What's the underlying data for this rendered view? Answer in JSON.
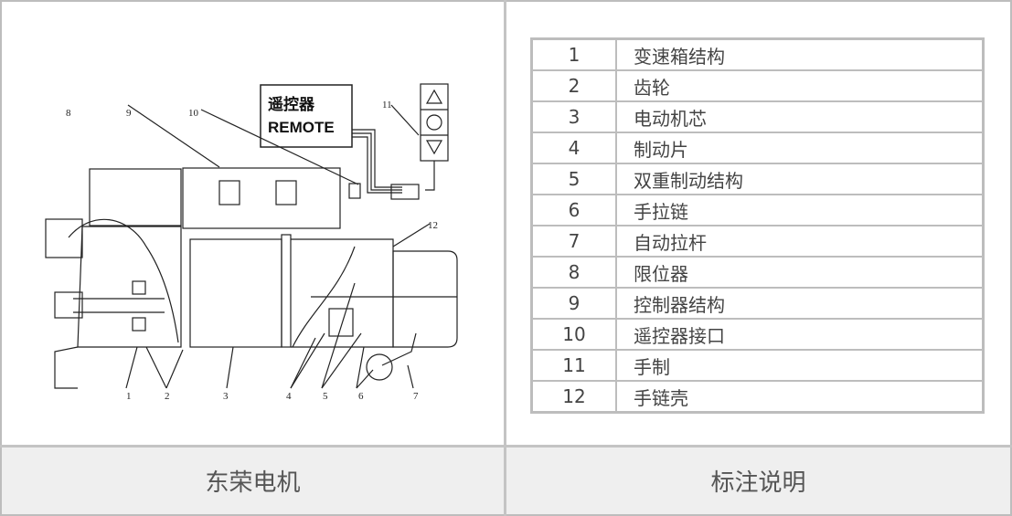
{
  "diagram": {
    "remote_box": {
      "line1": "遥控器",
      "line2": "REMOTE"
    },
    "callouts": [
      "1",
      "2",
      "3",
      "4",
      "5",
      "6",
      "7",
      "8",
      "9",
      "10",
      "11",
      "12"
    ],
    "pendant_buttons": [
      "up-triangle",
      "circle",
      "down-triangle"
    ]
  },
  "legend": {
    "rows": [
      {
        "num": "1",
        "label": "变速箱结构"
      },
      {
        "num": "2",
        "label": "齿轮"
      },
      {
        "num": "3",
        "label": "电动机芯"
      },
      {
        "num": "4",
        "label": "制动片"
      },
      {
        "num": "5",
        "label": "双重制动结构"
      },
      {
        "num": "6",
        "label": "手拉链"
      },
      {
        "num": "7",
        "label": "自动拉杆"
      },
      {
        "num": "8",
        "label": "限位器"
      },
      {
        "num": "9",
        "label": "控制器结构"
      },
      {
        "num": "10",
        "label": "遥控器接口"
      },
      {
        "num": "11",
        "label": "手制"
      },
      {
        "num": "12",
        "label": "手链壳"
      }
    ]
  },
  "footer": {
    "left": "东荣电机",
    "right": "标注说明"
  }
}
